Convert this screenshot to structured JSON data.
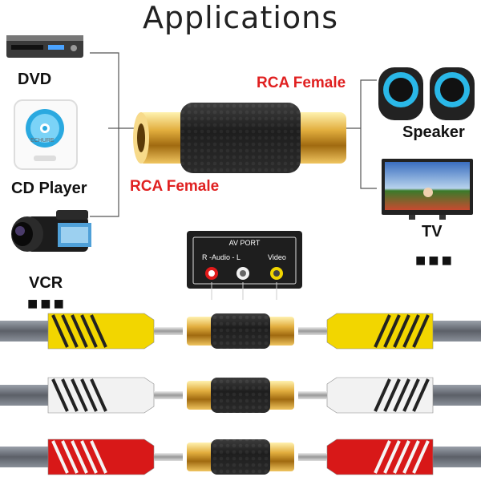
{
  "title": "Applications",
  "devices": {
    "dvd": "DVD",
    "cd_player": "CD Player",
    "vcr": "VCR",
    "speaker": "Speaker",
    "tv": "TV",
    "ellipsis": "■■■"
  },
  "callouts": {
    "rca_female_right": "RCA Female",
    "rca_female_left": "RCA Female"
  },
  "av_port": {
    "title": "AV PORT",
    "audio": "R -Audio - L",
    "video": "Video"
  },
  "cd_label": "ECHURE",
  "colors": {
    "yellow": "#f2d600",
    "white": "#f2f2f2",
    "red": "#d81818",
    "gold": "#d9a441",
    "cable": "#6b6f78"
  }
}
